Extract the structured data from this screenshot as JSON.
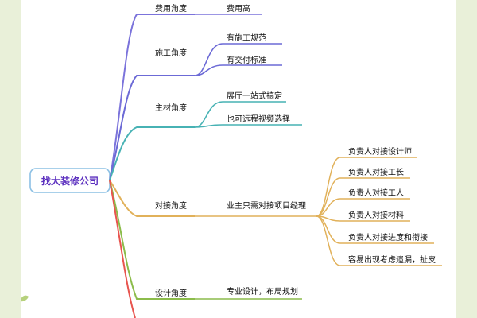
{
  "root": {
    "label": "找大装修公司"
  },
  "branches": [
    {
      "label": "费用角度",
      "color": "#7b73db",
      "children": [
        {
          "label": "费用高",
          "color": "#e8554f"
        }
      ]
    },
    {
      "label": "施工角度",
      "color": "#6c6ad6",
      "children": [
        {
          "label": "有施工规范"
        },
        {
          "label": "有交付标准"
        }
      ]
    },
    {
      "label": "主材角度",
      "color": "#47b2b4",
      "children": [
        {
          "label": "展厅一站式搞定"
        },
        {
          "label": "也可远程视频选择"
        }
      ]
    },
    {
      "label": "对接角度",
      "color": "#e1b15a",
      "children": [
        {
          "label": "业主只需对接项目经理",
          "children": [
            {
              "label": "负责人对接设计师"
            },
            {
              "label": "负责人对接工长"
            },
            {
              "label": "负责人对接工人"
            },
            {
              "label": "负责人对接材料"
            },
            {
              "label": "负责人对接进度和衔接"
            },
            {
              "label": "容易出现考虑遗漏，扯皮"
            }
          ]
        }
      ]
    },
    {
      "label": "设计角度",
      "color": "#8cbc4b",
      "children": [
        {
          "label": "专业设计，布局规划"
        }
      ]
    }
  ],
  "icons": {
    "left_flower_top": "flower-icon",
    "right_flower_top": "flower-icon",
    "left_sprout_bottom": "sprout-icon",
    "right_sprout_bottom": "sprout-icon"
  }
}
